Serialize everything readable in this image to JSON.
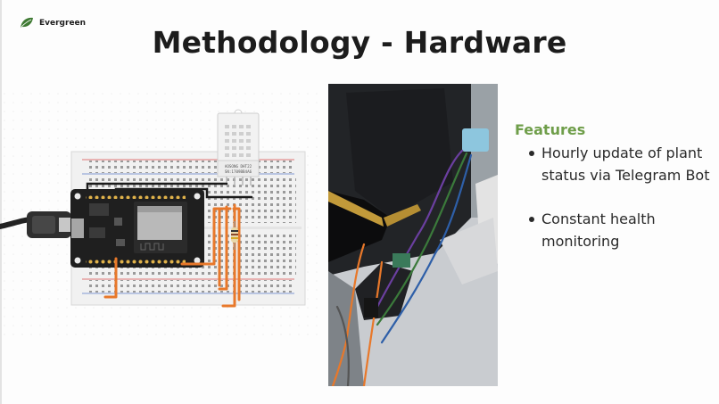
{
  "brand": {
    "name": "Evergreen",
    "icon": "leaf-icon",
    "color": "#3f7a33"
  },
  "slide": {
    "title": "Methodology - Hardware",
    "features": {
      "heading": "Features",
      "items": [
        {
          "text": "Hourly update of plant status via Telegram Bot"
        },
        {
          "text": "Constant health monitoring"
        }
      ]
    }
  },
  "diagram": {
    "sensor_label_line1": "AOSONG  DHT22",
    "sensor_label_line2": "SN:1709BB4A6"
  },
  "colors": {
    "accent": "#6f9e4a",
    "wire": "#e8782a",
    "board": "#1f1f1f"
  }
}
